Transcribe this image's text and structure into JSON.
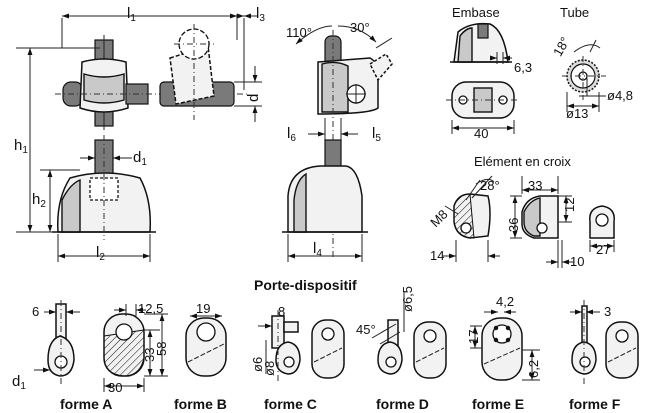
{
  "labels": {
    "l1": "l",
    "l1_sub": "1",
    "l3": "l",
    "l3_sub": "3",
    "h1": "h",
    "h1_sub": "1",
    "h2": "h",
    "h2_sub": "2",
    "d1_top": "d",
    "d1_top_sub": "1",
    "l2": "l",
    "l2_sub": "2",
    "d": "d",
    "angle_110": "110°",
    "angle_30": "30°",
    "l6": "l",
    "l6_sub": "6",
    "l5": "l",
    "l5_sub": "5",
    "l4": "l",
    "l4_sub": "4"
  },
  "embase": {
    "title": "Embase",
    "dim_6_3": "6,3",
    "dim_40": "40"
  },
  "tube": {
    "title": "Tube",
    "angle_18": "18°",
    "dim_d4_8": "ø4,8",
    "dim_d13": "ø13"
  },
  "croix": {
    "title": "Elément en croix",
    "m8": "M8",
    "angle_28": "28°",
    "dim_33": "33",
    "dim_36": "36",
    "dim_12": "12",
    "dim_14": "14",
    "dim_10": "10",
    "dim_27": "27"
  },
  "porte": {
    "title": "Porte-dispositif",
    "d1": "d",
    "d1_sub": "1",
    "a_6": "6",
    "a_12_5": "12,5",
    "a_33": "33",
    "a_58": "58",
    "a_30": "30",
    "b_19": "19",
    "c_8": "8",
    "c_d6": "ø6",
    "c_d8": "ø8",
    "d_d6_5": "ø6,5",
    "d_45": "45°",
    "e_4_2": "4,2",
    "e_17": "17",
    "e_6_2": "6,2",
    "f_3": "3"
  },
  "forms": [
    "forme A",
    "forme B",
    "forme C",
    "forme D",
    "forme E",
    "forme F"
  ]
}
